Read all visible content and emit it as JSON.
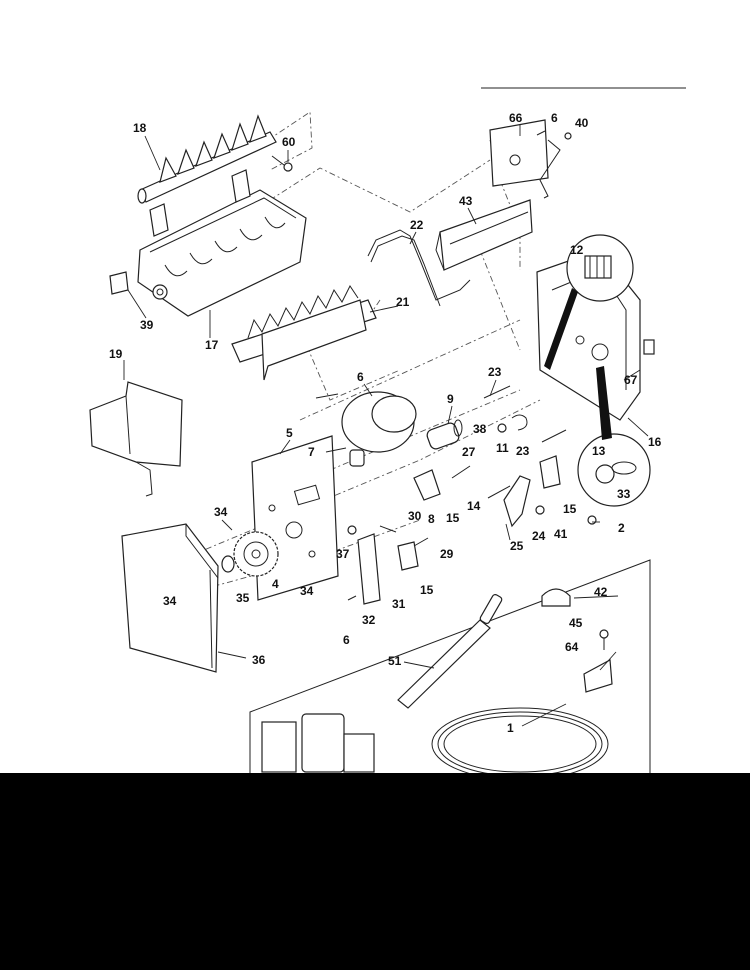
{
  "labels": {
    "p18": "18",
    "p60": "60",
    "p66": "66",
    "p6a": "6",
    "p40": "40",
    "p43": "43",
    "p22": "22",
    "p12": "12",
    "p17": "17",
    "p39": "39",
    "p21": "21",
    "p19": "19",
    "p23a": "23",
    "p6b": "6",
    "p9": "9",
    "p67": "67",
    "p5": "5",
    "p7": "7",
    "p38": "38",
    "p11": "11",
    "p23b": "23",
    "p16": "16",
    "p13": "13",
    "p33": "33",
    "p27": "27",
    "p34a": "34",
    "p8": "8",
    "p15a": "15",
    "p14": "14",
    "p15b": "15",
    "p30": "30",
    "p2": "2",
    "p25": "25",
    "p24": "24",
    "p41": "41",
    "p37": "37",
    "p29": "29",
    "p4": "4",
    "p35": "35",
    "p34b": "34",
    "p34c": "34",
    "p31": "31",
    "p15c": "15",
    "p42": "42",
    "p32": "32",
    "p6c": "6",
    "p45": "45",
    "p64": "64",
    "p51": "51",
    "p36": "36",
    "p1": "1"
  }
}
